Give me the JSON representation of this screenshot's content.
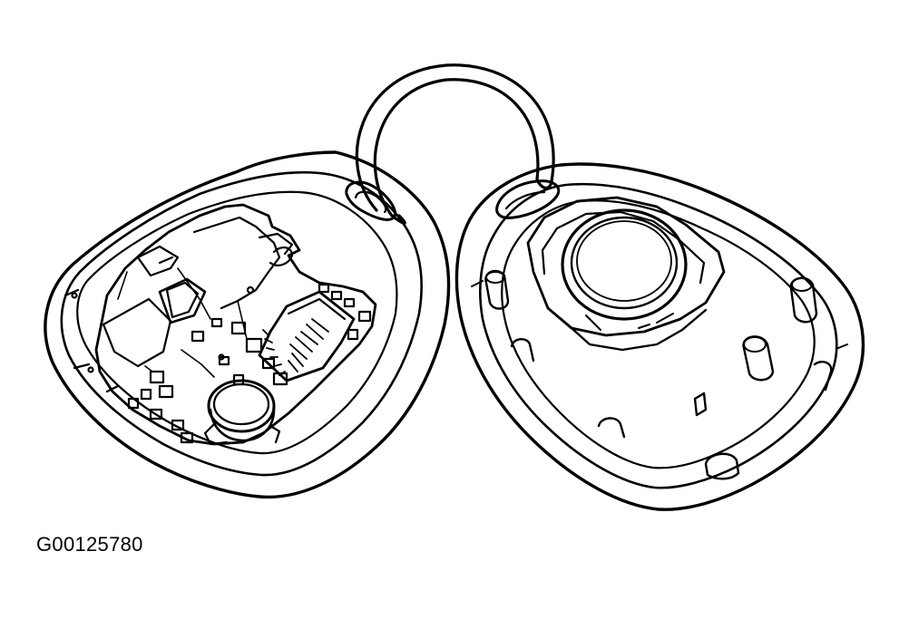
{
  "figure": {
    "id_label": "G00125780",
    "ink_color": "#000000",
    "paper_color": "#ffffff",
    "parts": [
      "key-ring",
      "fob-housing-front",
      "circuit-board",
      "coin-battery",
      "fob-housing-back",
      "button-pad"
    ]
  }
}
